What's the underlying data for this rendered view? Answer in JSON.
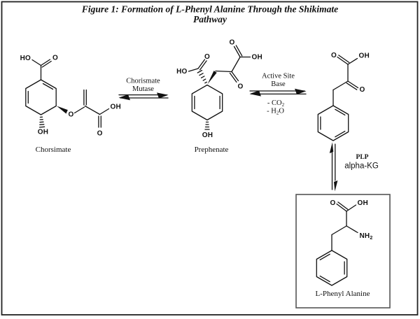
{
  "figure": {
    "title_line1": "Figure 1: Formation of L-Phenyl Alanine Through the Shikimate",
    "title_line2": "Pathway"
  },
  "molecules": {
    "chorismate": {
      "name": "Chorsimate",
      "labels": {
        "ho_acid": "HO",
        "o_acid": "O",
        "o_ether": "O",
        "oh_side": "OH",
        "o_side": "O",
        "oh_ring": "OH"
      }
    },
    "prephenate": {
      "name": "Prephenate",
      "labels": {
        "ho_acid": "HO",
        "o_acid": "O",
        "o_top_acid": "O",
        "oh_top_acid": "OH",
        "o_ketone": "O",
        "oh_ring": "OH"
      }
    },
    "phenylpyruvate": {
      "labels": {
        "o_acid": "O",
        "oh_acid": "OH",
        "o_ketone": "O"
      }
    },
    "l_phenyl_alanine": {
      "name": "L-Phenyl Alanine",
      "labels": {
        "o_acid": "O",
        "oh_acid": "OH",
        "amine_pre": "NH",
        "amine_sub": "2"
      }
    }
  },
  "reactions": {
    "step1": {
      "line1": "Chorismate",
      "line2": "Mutase"
    },
    "step2": {
      "line1": "Active Site",
      "line2": "Base",
      "byproducts": {
        "co2_pre": "- CO",
        "co2_sub": "2",
        "h2o_pre": "- H",
        "h2o_sub": "2",
        "h2o_post": "O"
      }
    },
    "step3": {
      "line1": "PLP",
      "line2": "alpha-KG"
    }
  }
}
